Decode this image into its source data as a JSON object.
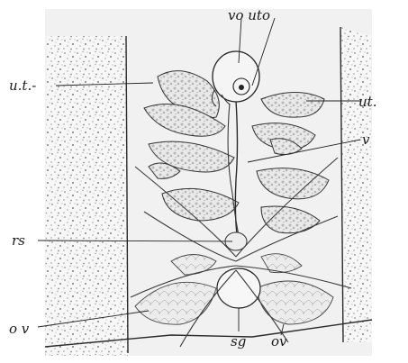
{
  "figure": {
    "labels": {
      "vo_uto": "vo uto",
      "ut_left": "u.t.-",
      "ut_right": "ut.",
      "v": "v",
      "rs": "rs",
      "ov_left": "o v",
      "sg": "sg",
      "ov_bottom": "ov"
    }
  }
}
